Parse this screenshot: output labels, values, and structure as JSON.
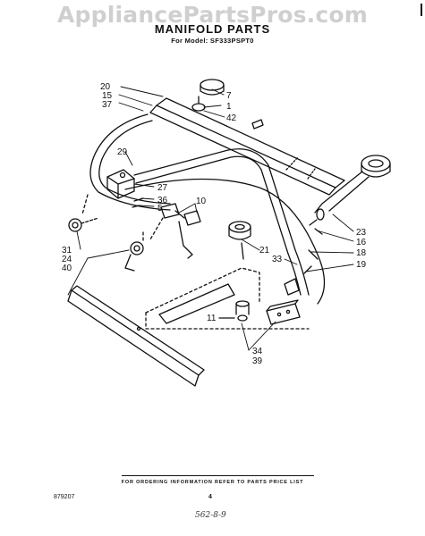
{
  "watermark": "AppliancePartsPros.com",
  "title": "MANIFOLD PARTS",
  "model_line": "For Model: SF333PSPT0",
  "callouts": [
    "20",
    "15",
    "37",
    "7",
    "1",
    "42",
    "29",
    "27",
    "36",
    "5",
    "10",
    "31",
    "24",
    "40",
    "23",
    "16",
    "18",
    "21",
    "33",
    "19",
    "11",
    "34",
    "39"
  ],
  "footer_note": "FOR ORDERING INFORMATION REFER TO PARTS PRICE LIST",
  "doc_number": "879207",
  "page_number": "4",
  "handwritten_note": "562-8-9"
}
